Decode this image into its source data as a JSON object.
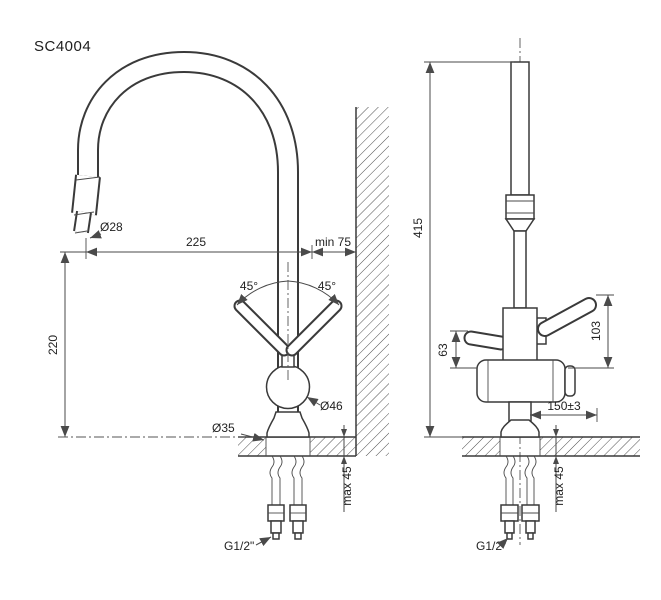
{
  "title": "SC4004",
  "side_view": {
    "spout_diameter": "Ø28",
    "reach": "225",
    "wall_distance": "min 75",
    "swivel_left": "45°",
    "swivel_right": "45°",
    "outlet_height": "220",
    "base_diameter": "Ø35",
    "body_diameter": "Ø46",
    "countertop_max": "max 45",
    "thread": "G1/2\""
  },
  "front_view": {
    "total_height": "415",
    "left_handle_height": "63",
    "right_handle_height": "103",
    "offset": "150±3",
    "countertop_max": "max 45",
    "thread": "G1/2\""
  }
}
